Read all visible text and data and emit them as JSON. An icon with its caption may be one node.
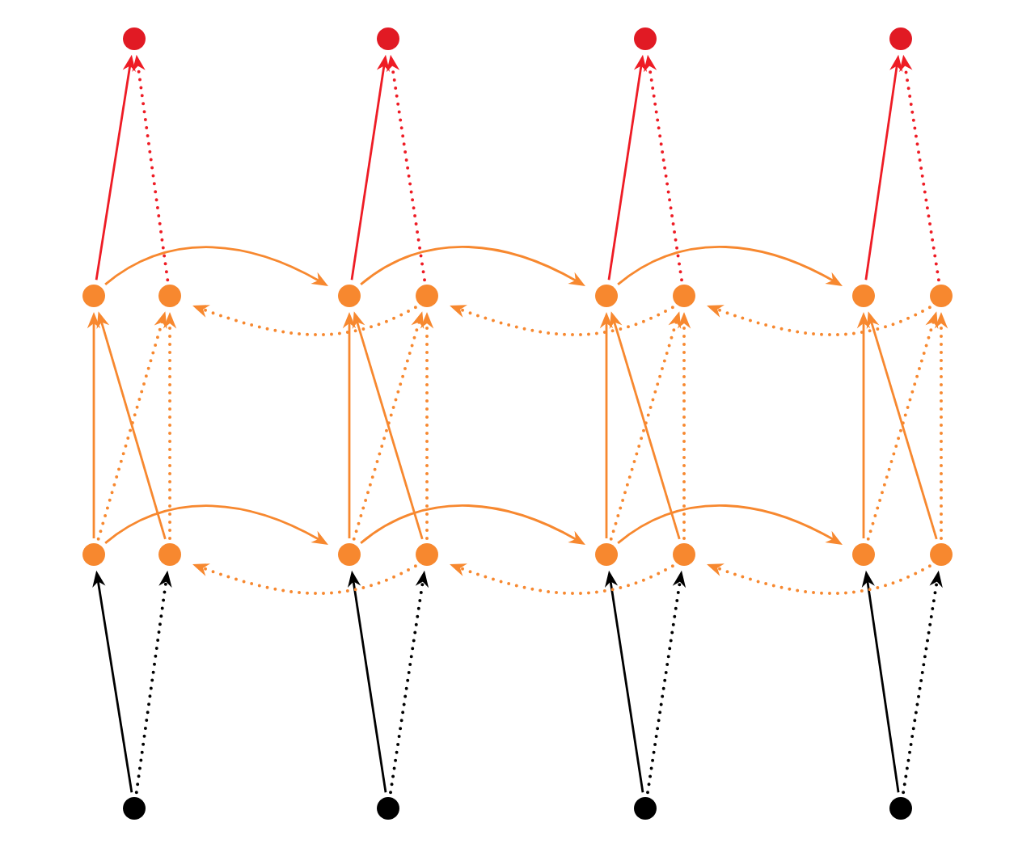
{
  "diagram": {
    "nodes": [
      {
        "text": [],
        "shape": "circle"
      },
      {
        "text": [],
        "shape": "circle"
      },
      {
        "text": [],
        "shape": "circle"
      },
      {
        "text": [],
        "shape": "circle"
      },
      {
        "text": [],
        "shape": "circle"
      },
      {
        "text": [],
        "shape": "circle"
      },
      {
        "text": [],
        "shape": "circle"
      },
      {
        "text": [],
        "shape": "circle"
      },
      {
        "text": [],
        "shape": "circle"
      },
      {
        "text": [],
        "shape": "circle"
      },
      {
        "text": [],
        "shape": "circle"
      },
      {
        "text": [],
        "shape": "circle"
      },
      {
        "text": [],
        "shape": "circle"
      },
      {
        "text": [],
        "shape": "circle"
      },
      {
        "text": [],
        "shape": "circle"
      },
      {
        "text": [],
        "shape": "circle"
      },
      {
        "text": [],
        "shape": "circle"
      },
      {
        "text": [],
        "shape": "circle"
      },
      {
        "text": [],
        "shape": "circle"
      },
      {
        "text": [],
        "shape": "circle"
      },
      {
        "text": [],
        "shape": "circle"
      },
      {
        "text": [],
        "shape": "circle"
      },
      {
        "text": [],
        "shape": "circle"
      },
      {
        "text": [],
        "shape": "circle"
      }
    ],
    "edges": [
      {
        "from": 20,
        "to": 12,
        "arrow": "to",
        "color": "#000000"
      },
      {
        "from": 20,
        "to": 13,
        "arrow": "to",
        "style": "dashed",
        "color": "#000000"
      },
      {
        "from": 21,
        "to": 14,
        "arrow": "to",
        "color": "#000000"
      },
      {
        "from": 21,
        "to": 15,
        "arrow": "to",
        "style": "dashed",
        "color": "#000000"
      },
      {
        "from": 22,
        "to": 16,
        "arrow": "to",
        "color": "#000000"
      },
      {
        "from": 22,
        "to": 17,
        "arrow": "to",
        "style": "dashed",
        "color": "#000000"
      },
      {
        "from": 23,
        "to": 18,
        "arrow": "to",
        "color": "#000000"
      },
      {
        "from": 23,
        "to": 19,
        "arrow": "to",
        "style": "dashed",
        "color": "#000000"
      },
      {
        "from": 12,
        "to": 14,
        "arrow": "to"
      },
      {
        "from": 14,
        "to": 16,
        "arrow": "to"
      },
      {
        "from": 16,
        "to": 18,
        "arrow": "to"
      },
      {
        "from": 15,
        "to": 13,
        "arrow": "to",
        "style": "dashed"
      },
      {
        "from": 17,
        "to": 15,
        "arrow": "to",
        "style": "dashed"
      },
      {
        "from": 19,
        "to": 17,
        "arrow": "to",
        "style": "dashed"
      },
      {
        "from": 12,
        "to": 4,
        "arrow": "to"
      },
      {
        "from": 13,
        "to": 4,
        "arrow": "to"
      },
      {
        "from": 12,
        "to": 5,
        "arrow": "to",
        "style": "dashed"
      },
      {
        "from": 13,
        "to": 5,
        "arrow": "to",
        "style": "dashed"
      },
      {
        "from": 14,
        "to": 6,
        "arrow": "to"
      },
      {
        "from": 15,
        "to": 6,
        "arrow": "to"
      },
      {
        "from": 14,
        "to": 7,
        "arrow": "to",
        "style": "dashed"
      },
      {
        "from": 15,
        "to": 7,
        "arrow": "to",
        "style": "dashed"
      },
      {
        "from": 16,
        "to": 8,
        "arrow": "to"
      },
      {
        "from": 17,
        "to": 8,
        "arrow": "to"
      },
      {
        "from": 16,
        "to": 9,
        "arrow": "to",
        "style": "dashed"
      },
      {
        "from": 17,
        "to": 9,
        "arrow": "to",
        "style": "dashed"
      },
      {
        "from": 18,
        "to": 10,
        "arrow": "to"
      },
      {
        "from": 19,
        "to": 10,
        "arrow": "to"
      },
      {
        "from": 18,
        "to": 11,
        "arrow": "to",
        "style": "dashed"
      },
      {
        "from": 19,
        "to": 11,
        "arrow": "to",
        "style": "dashed"
      },
      {
        "from": 4,
        "to": 6,
        "arrow": "to"
      },
      {
        "from": 6,
        "to": 8,
        "arrow": "to"
      },
      {
        "from": 8,
        "to": 10,
        "arrow": "to"
      },
      {
        "from": 7,
        "to": 5,
        "arrow": "to",
        "style": "dashed"
      },
      {
        "from": 9,
        "to": 7,
        "arrow": "to",
        "style": "dashed"
      },
      {
        "from": 11,
        "to": 9,
        "arrow": "to",
        "style": "dashed"
      },
      {
        "from": 4,
        "to": 0,
        "arrow": "to",
        "color": "#ee1c25"
      },
      {
        "from": 5,
        "to": 0,
        "arrow": "to",
        "style": "dashed",
        "color": "#ee1c25"
      },
      {
        "from": 6,
        "to": 1,
        "arrow": "to",
        "color": "#ee1c25"
      },
      {
        "from": 7,
        "to": 1,
        "arrow": "to",
        "style": "dashed",
        "color": "#ee1c25"
      },
      {
        "from": 8,
        "to": 2,
        "arrow": "to",
        "color": "#ee1c25"
      },
      {
        "from": 9,
        "to": 2,
        "arrow": "to",
        "style": "dashed",
        "color": "#ee1c25"
      },
      {
        "from": 10,
        "to": 3,
        "arrow": "to",
        "color": "#ee1c25"
      },
      {
        "from": 11,
        "to": 3,
        "arrow": "to",
        "style": "dashed",
        "color": "#ee1c25"
      }
    ]
  }
}
